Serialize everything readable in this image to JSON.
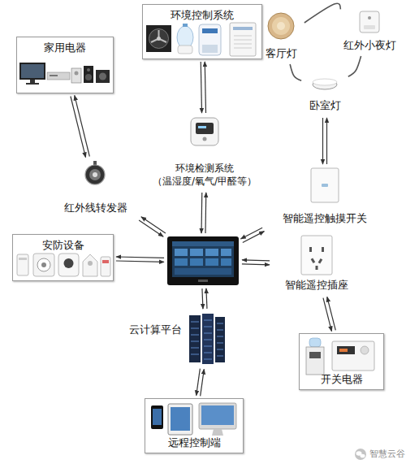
{
  "diagram": {
    "nodes": [
      {
        "text": [
          "家用电器"
        ]
      },
      {
        "text": [
          "环境控制系统"
        ]
      },
      {
        "text": [
          "客厅灯"
        ]
      },
      {
        "text": [
          "红外小夜灯"
        ]
      },
      {
        "text": [
          "卧室灯"
        ]
      },
      {
        "text": [
          "环境检测系统",
          "（温湿度/氧气/甲醛等）"
        ]
      },
      {
        "text": [
          "红外线转发器"
        ]
      },
      {
        "text": [
          "智能遥控触摸开关"
        ]
      },
      {
        "text": [
          "安防设备"
        ]
      },
      {
        "text": []
      },
      {
        "text": [
          "智能遥控插座"
        ]
      },
      {
        "text": [
          "云计算平台"
        ]
      },
      {
        "text": [
          "开关电器"
        ]
      },
      {
        "text": [
          "远程控制端"
        ]
      }
    ],
    "edges": [
      {
        "from": 0,
        "to": 6,
        "arrow": "both"
      },
      {
        "from": 1,
        "to": 5,
        "arrow": "both"
      },
      {
        "from": 2,
        "to": 3,
        "arrow": "none"
      },
      {
        "from": 3,
        "to": 4,
        "arrow": "none"
      },
      {
        "from": 4,
        "to": 2,
        "arrow": "none"
      },
      {
        "from": 4,
        "to": 7,
        "arrow": "both"
      },
      {
        "from": 6,
        "to": 9,
        "arrow": "both"
      },
      {
        "from": 5,
        "to": 9,
        "arrow": "both"
      },
      {
        "from": 7,
        "to": 9,
        "arrow": "both"
      },
      {
        "from": 8,
        "to": 9,
        "arrow": "both"
      },
      {
        "from": 9,
        "to": 10,
        "arrow": "both"
      },
      {
        "from": 10,
        "to": 12,
        "arrow": "both"
      },
      {
        "from": 9,
        "to": 11,
        "arrow": "both"
      },
      {
        "from": 11,
        "to": 13,
        "arrow": "both"
      }
    ],
    "labels": [
      "智慧云谷"
    ]
  }
}
